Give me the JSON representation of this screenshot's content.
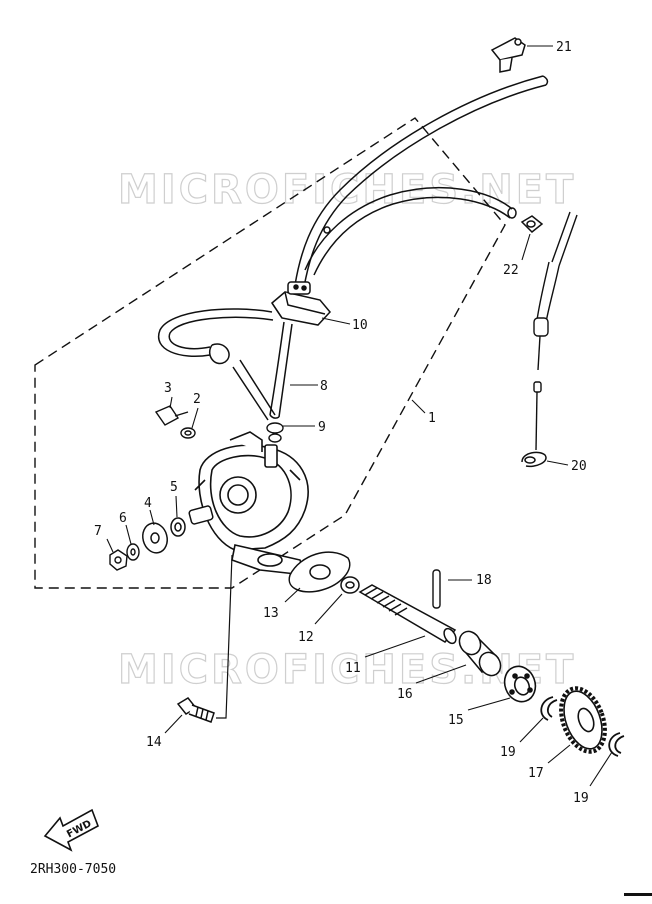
{
  "watermark": "MICROFICHES.NET",
  "drawing_code": "2RH300-7050",
  "direction_label": "FWD",
  "callouts": [
    {
      "id": "1",
      "label": "1"
    },
    {
      "id": "2",
      "label": "2"
    },
    {
      "id": "3",
      "label": "3"
    },
    {
      "id": "4",
      "label": "4"
    },
    {
      "id": "5",
      "label": "5"
    },
    {
      "id": "6",
      "label": "6"
    },
    {
      "id": "7",
      "label": "7"
    },
    {
      "id": "8",
      "label": "8"
    },
    {
      "id": "9",
      "label": "9"
    },
    {
      "id": "10",
      "label": "10"
    },
    {
      "id": "11",
      "label": "11"
    },
    {
      "id": "12",
      "label": "12"
    },
    {
      "id": "13",
      "label": "13"
    },
    {
      "id": "14",
      "label": "14"
    },
    {
      "id": "15",
      "label": "15"
    },
    {
      "id": "16",
      "label": "16"
    },
    {
      "id": "17",
      "label": "17"
    },
    {
      "id": "18",
      "label": "18"
    },
    {
      "id": "19a",
      "label": "19"
    },
    {
      "id": "19b",
      "label": "19"
    },
    {
      "id": "20",
      "label": "20"
    },
    {
      "id": "21",
      "label": "21"
    },
    {
      "id": "22",
      "label": "22"
    }
  ]
}
